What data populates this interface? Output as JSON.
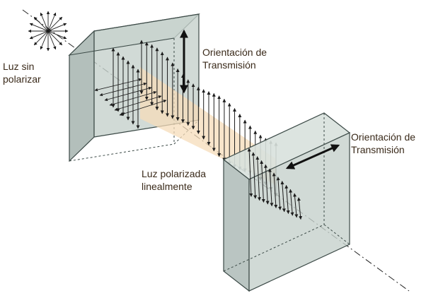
{
  "labels": {
    "unpolarized_line1": "Luz sin",
    "unpolarized_line2": "polarizar",
    "transmission1_line1": "Orientación de",
    "transmission1_line2": "Transmisión",
    "transmission2_line1": "Orientación de",
    "transmission2_line2": "Transmisión",
    "polarized_line1": "Luz polarizada",
    "polarized_line2": "linealmente"
  },
  "colors": {
    "filter_front": "#c5d1cc",
    "filter_side": "#b3bfbb",
    "filter_top": "#d8e1dd",
    "filter_edge": "#3c4a47",
    "vector_stroke": "#1c1c1c",
    "beam_fill": "#f5dcb9",
    "label_text": "#3a2a1a"
  },
  "icons": {
    "transmission_axis": "double-arrow-icon",
    "unpolarized_source": "starburst-icon"
  }
}
